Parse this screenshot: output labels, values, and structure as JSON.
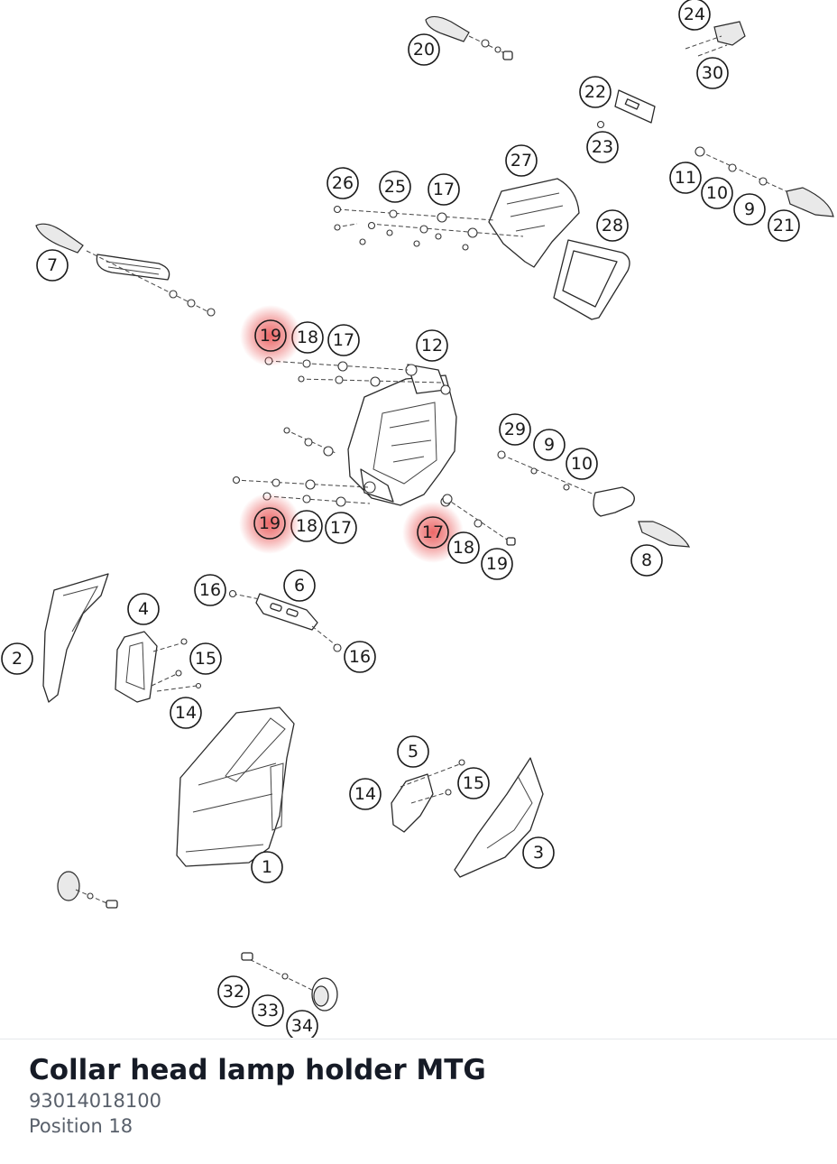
{
  "part": {
    "title": "Collar head lamp holder MTG",
    "number": "93014018100",
    "position": "Position 18"
  },
  "highlight_color": "#e84c4c",
  "callouts": [
    {
      "label": "1",
      "highlight": false
    },
    {
      "label": "2",
      "highlight": false
    },
    {
      "label": "3",
      "highlight": false
    },
    {
      "label": "4",
      "highlight": false
    },
    {
      "label": "5",
      "highlight": false
    },
    {
      "label": "6",
      "highlight": false
    },
    {
      "label": "7",
      "highlight": false
    },
    {
      "label": "8",
      "highlight": false
    },
    {
      "label": "9",
      "highlight": false
    },
    {
      "label": "9",
      "highlight": false
    },
    {
      "label": "10",
      "highlight": false
    },
    {
      "label": "10",
      "highlight": false
    },
    {
      "label": "11",
      "highlight": false
    },
    {
      "label": "12",
      "highlight": false
    },
    {
      "label": "14",
      "highlight": false
    },
    {
      "label": "14",
      "highlight": false
    },
    {
      "label": "15",
      "highlight": false
    },
    {
      "label": "15",
      "highlight": false
    },
    {
      "label": "16",
      "highlight": false
    },
    {
      "label": "16",
      "highlight": false
    },
    {
      "label": "17",
      "highlight": false
    },
    {
      "label": "17",
      "highlight": false
    },
    {
      "label": "17",
      "highlight": false
    },
    {
      "label": "17",
      "highlight": true
    },
    {
      "label": "18",
      "highlight": false
    },
    {
      "label": "18",
      "highlight": false
    },
    {
      "label": "18",
      "highlight": false
    },
    {
      "label": "19",
      "highlight": true
    },
    {
      "label": "19",
      "highlight": true
    },
    {
      "label": "19",
      "highlight": false
    },
    {
      "label": "20",
      "highlight": false
    },
    {
      "label": "21",
      "highlight": false
    },
    {
      "label": "22",
      "highlight": false
    },
    {
      "label": "23",
      "highlight": false
    },
    {
      "label": "24",
      "highlight": false
    },
    {
      "label": "25",
      "highlight": false
    },
    {
      "label": "26",
      "highlight": false
    },
    {
      "label": "27",
      "highlight": false
    },
    {
      "label": "28",
      "highlight": false
    },
    {
      "label": "29",
      "highlight": false
    },
    {
      "label": "30",
      "highlight": false
    },
    {
      "label": "32",
      "highlight": false
    },
    {
      "label": "33",
      "highlight": false
    },
    {
      "label": "34",
      "highlight": false
    }
  ]
}
